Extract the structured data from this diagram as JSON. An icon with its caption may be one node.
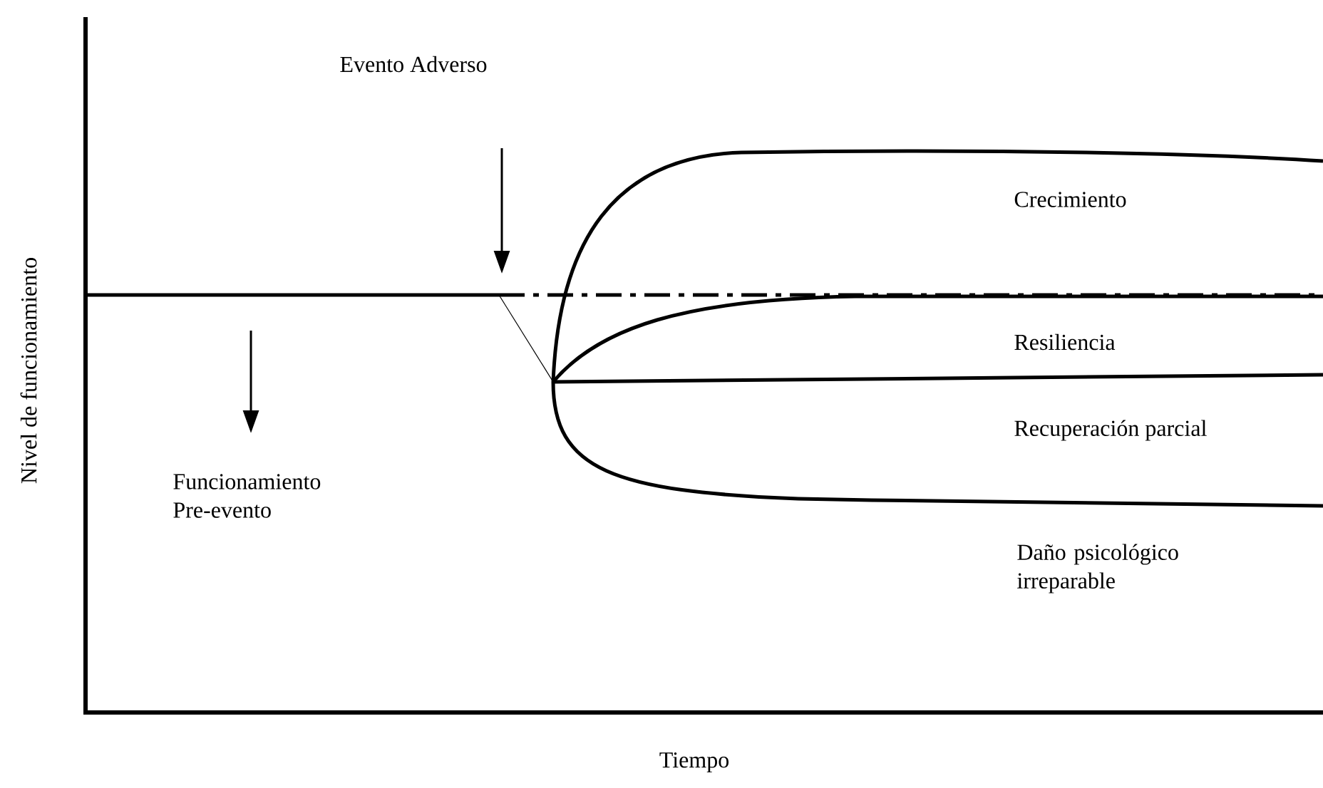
{
  "diagram": {
    "labels": [
      "Evento Adverso",
      "Nivel de funcionamiento",
      "Funcionamiento Pre-evento",
      "Crecimiento",
      "Resiliencia",
      "Recuperación parcial",
      "Daño psicológico irreparable",
      "Tiempo"
    ]
  }
}
